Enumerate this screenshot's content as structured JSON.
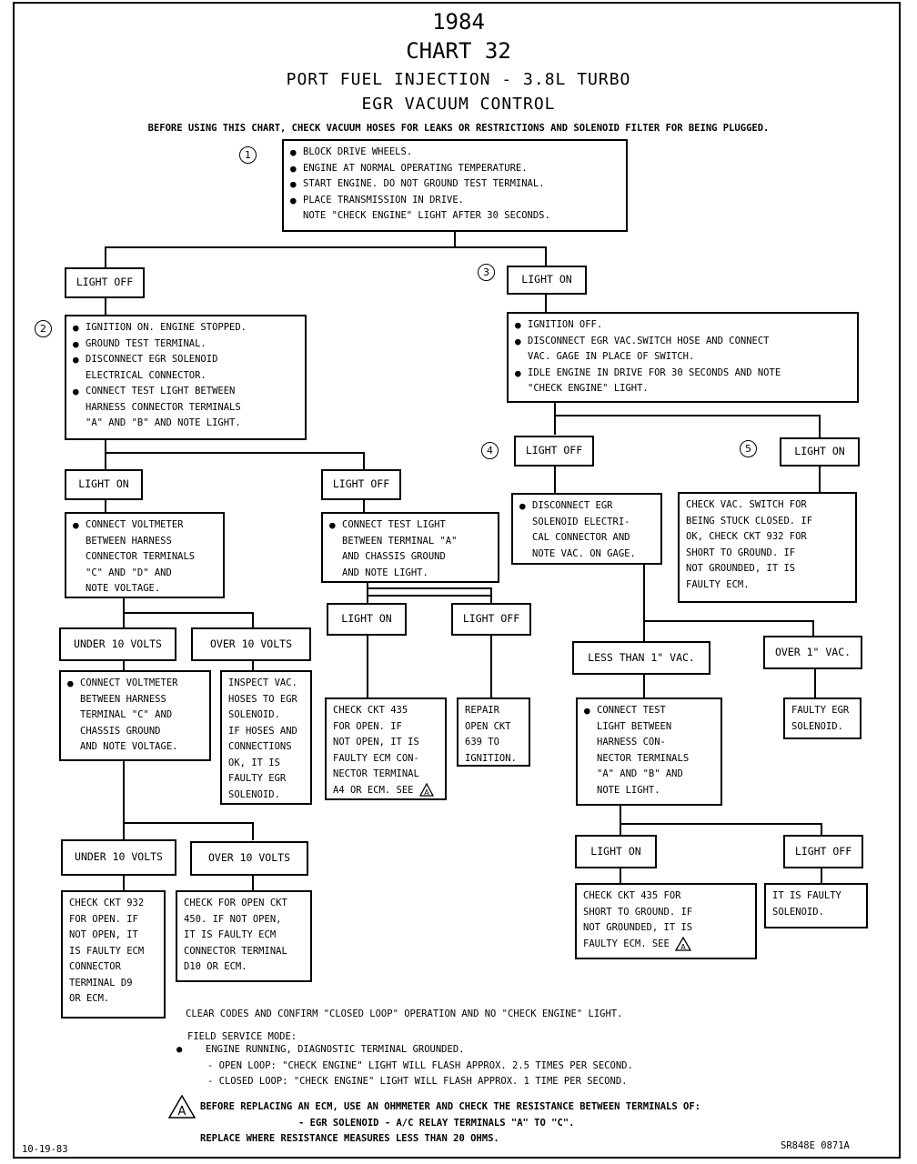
{
  "header": {
    "year": "1984",
    "chart": "CHART 32",
    "subtitle1": "PORT FUEL INJECTION - 3.8L TURBO",
    "subtitle2": "EGR VACUUM CONTROL",
    "precheck": "BEFORE USING THIS CHART, CHECK VACUUM HOSES FOR LEAKS OR RESTRICTIONS AND SOLENOID FILTER FOR BEING PLUGGED."
  },
  "step_numbers": {
    "s1": "1",
    "s2": "2",
    "s3": "3",
    "s4": "4",
    "s5": "5"
  },
  "box_start": {
    "b1": "BLOCK DRIVE WHEELS.",
    "b2": "ENGINE AT NORMAL OPERATING TEMPERATURE.",
    "b3": "START ENGINE. DO NOT GROUND TEST TERMINAL.",
    "b4": "PLACE TRANSMISSION IN DRIVE.",
    "note": "NOTE \"CHECK ENGINE\" LIGHT AFTER 30 SECONDS."
  },
  "labels": {
    "light_off_1": "LIGHT OFF",
    "light_on_3": "LIGHT ON",
    "light_on_2a": "LIGHT ON",
    "light_off_2b": "LIGHT OFF",
    "light_off_4": "LIGHT OFF",
    "light_on_5": "LIGHT ON",
    "under10_a": "UNDER 10 VOLTS",
    "over10_a": "OVER 10 VOLTS",
    "light_on_c": "LIGHT ON",
    "light_off_c": "LIGHT OFF",
    "less_than_1": "LESS THAN 1\" VAC.",
    "over_1": "OVER 1\" VAC.",
    "under10_b": "UNDER 10 VOLTS",
    "over10_b": "OVER 10 VOLTS",
    "light_on_d": "LIGHT ON",
    "light_off_d": "LIGHT OFF"
  },
  "box_step2": {
    "b1": "IGNITION ON. ENGINE STOPPED.",
    "b2": "GROUND TEST TERMINAL.",
    "b3a": "DISCONNECT EGR SOLENOID",
    "b3b": "ELECTRICAL CONNECTOR.",
    "b4a": "CONNECT TEST LIGHT BETWEEN",
    "b4b": "HARNESS CONNECTOR TERMINALS",
    "b4c": "\"A\" AND \"B\" AND NOTE LIGHT."
  },
  "box_step3": {
    "b1": "IGNITION OFF.",
    "b2a": "DISCONNECT EGR VAC.SWITCH HOSE AND CONNECT",
    "b2b": "VAC. GAGE IN PLACE OF SWITCH.",
    "b3a": "IDLE ENGINE IN DRIVE FOR 30 SECONDS AND NOTE",
    "b3b": "\"CHECK ENGINE\" LIGHT."
  },
  "box_voltmeter1": {
    "l1": "CONNECT VOLTMETER",
    "l2": "BETWEEN HARNESS",
    "l3": "CONNECTOR TERMINALS",
    "l4": "\"C\" AND \"D\" AND",
    "l5": "NOTE VOLTAGE."
  },
  "box_testlight_a": {
    "l1": "CONNECT TEST LIGHT",
    "l2": "BETWEEN TERMINAL \"A\"",
    "l3": "AND CHASSIS GROUND",
    "l4": "AND NOTE LIGHT."
  },
  "box_step4": {
    "l1": "DISCONNECT EGR",
    "l2": "SOLENOID ELECTRI-",
    "l3": "CAL CONNECTOR AND",
    "l4": "NOTE VAC. ON GAGE."
  },
  "box_step5": {
    "l1": "CHECK VAC. SWITCH FOR",
    "l2": "BEING STUCK CLOSED.  IF",
    "l3": "OK, CHECK CKT 932 FOR",
    "l4": "SHORT TO GROUND.  IF",
    "l5": "NOT GROUNDED, IT IS",
    "l6": "FAULTY ECM."
  },
  "box_voltmeter2": {
    "l1": "CONNECT VOLTMETER",
    "l2": "BETWEEN HARNESS",
    "l3": "TERMINAL \"C\" AND",
    "l4": "CHASSIS GROUND",
    "l5": "AND NOTE VOLTAGE."
  },
  "box_inspect": {
    "l1": "INSPECT VAC.",
    "l2": "HOSES TO EGR",
    "l3": "SOLENOID.",
    "l4": "IF HOSES AND",
    "l5": "CONNECTIONS",
    "l6": "OK, IT IS",
    "l7": "FAULTY EGR",
    "l8": "SOLENOID."
  },
  "box_ckt435_open": {
    "l1": "CHECK CKT 435",
    "l2": "FOR OPEN.  IF",
    "l3": "NOT OPEN, IT IS",
    "l4": "FAULTY ECM CON-",
    "l5": "NECTOR TERMINAL",
    "l6": "A4 OR ECM. SEE"
  },
  "box_repair639": {
    "l1": "REPAIR",
    "l2": "OPEN CKT",
    "l3": "639 TO",
    "l4": "IGNITION."
  },
  "box_testlight_ab": {
    "l1": "CONNECT TEST",
    "l2": "LIGHT BETWEEN",
    "l3": "HARNESS CON-",
    "l4": "NECTOR TERMINALS",
    "l5": "\"A\" AND \"B\" AND",
    "l6": "NOTE LIGHT."
  },
  "box_faulty_egr": {
    "l1": "FAULTY EGR",
    "l2": "SOLENOID."
  },
  "box_ckt932": {
    "l1": "CHECK CKT 932",
    "l2": "FOR OPEN.  IF",
    "l3": "NOT OPEN, IT",
    "l4": "IS FAULTY ECM",
    "l5": "CONNECTOR",
    "l6": "TERMINAL D9",
    "l7": "OR ECM."
  },
  "box_ckt450": {
    "l1": "CHECK FOR OPEN CKT",
    "l2": "450.  IF NOT OPEN,",
    "l3": "IT IS FAULTY ECM",
    "l4": "CONNECTOR TERMINAL",
    "l5": "D10 OR ECM."
  },
  "box_ckt435_short": {
    "l1": "CHECK CKT 435 FOR",
    "l2": "SHORT TO GROUND.  IF",
    "l3": "NOT GROUNDED, IT IS",
    "l4": "FAULTY ECM.  SEE"
  },
  "box_faulty_sol": {
    "l1": "IT IS FAULTY",
    "l2": "SOLENOID."
  },
  "warning_mark": "A",
  "footer": {
    "clear": "CLEAR CODES AND CONFIRM \"CLOSED LOOP\" OPERATION AND NO \"CHECK ENGINE\" LIGHT.",
    "fsm": "FIELD SERVICE MODE:",
    "fsm1": "ENGINE RUNNING, DIAGNOSTIC TERMINAL GROUNDED.",
    "fsm2": "- OPEN LOOP: \"CHECK ENGINE\" LIGHT WILL FLASH APPROX. 2.5 TIMES PER SECOND.",
    "fsm3": "- CLOSED LOOP: \"CHECK ENGINE\" LIGHT WILL FLASH APPROX. 1 TIME PER SECOND.",
    "ecm1": "BEFORE REPLACING AN ECM, USE AN OHMMETER AND CHECK THE RESISTANCE BETWEEN TERMINALS OF:",
    "ecm2": "- EGR SOLENOID    - A/C RELAY TERMINALS \"A\" TO \"C\".",
    "ecm3": "REPLACE WHERE RESISTANCE MEASURES LESS THAN 20 OHMS.",
    "date": "10-19-83",
    "code": "SR848E 0871A"
  }
}
